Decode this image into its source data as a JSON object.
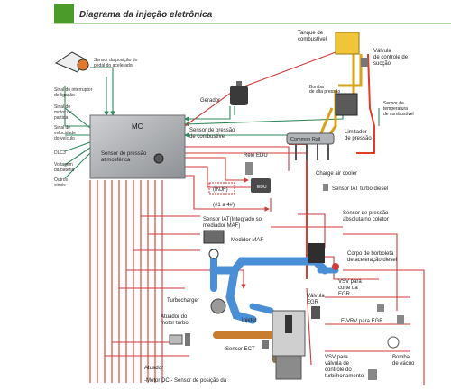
{
  "header": {
    "title": "Diagrama da injeção eletrônica"
  },
  "ecu": {
    "label": "MC",
    "atm_sensor": [
      "Sensor de pressão",
      "atimosférica"
    ]
  },
  "left_inputs": [
    [
      "Sinal do interruptor",
      "de ligação"
    ],
    [
      "Sinal do",
      "motor de",
      "partida"
    ],
    [
      "Sinal de",
      "velocidade",
      "do veículo"
    ],
    [
      "DLC3"
    ],
    [
      "Voltagem",
      "da bateria"
    ],
    [
      "Outros",
      "sinais"
    ]
  ],
  "pedal_sensor": [
    "Sensor da posição do",
    "pedal do acelerador"
  ],
  "generator": "Gerador",
  "tank": [
    "Tanque de",
    "combustível"
  ],
  "suction_valve": [
    "Válvula",
    "de controle de",
    "sucção"
  ],
  "supply_pump": [
    "Bomba",
    "de alta pressão"
  ],
  "fuel_temp_sensor": [
    "Sensor de",
    "temperatura",
    "de combustível"
  ],
  "fuel_pressure_sensor": [
    "Sensor de pressão",
    "de combustível"
  ],
  "common_rail": "Common Rail",
  "pressure_limiter": [
    "Limitador",
    "de pressão"
  ],
  "edu_relay": "Relé EDU",
  "edu": "EDU",
  "injf": "(INJF)",
  "injf_count": "(#1 a 4#)",
  "charge_air_cooler": "Charge air cooler",
  "iat_turbo_sensor": "Sensor IAT turbo diesel",
  "iat_maf_sensor": [
    "Sensor IAT(Integrado so",
    "mediador MAF)"
  ],
  "maf_meter": "Medidor MAF",
  "map_sensor": [
    "Sensor de pressão",
    "absoluta no coletor"
  ],
  "throttle_body": [
    "Corpo de borboleta",
    "de aceleração diesel"
  ],
  "turbocharger": "Turbocharger",
  "turbo_actuator": [
    "Atuador do",
    "motor turbo"
  ],
  "egr_valve": [
    "Válvula",
    "EGR"
  ],
  "vsv_egr_cut": [
    "VSV para",
    "corte da",
    "EGR"
  ],
  "injector": "Injetor",
  "evrv_egr": "E-VRV para EGR",
  "ect_sensor": "Sensor ECT",
  "vsv_turbo": [
    "VSV para",
    "válvula de",
    "controle do",
    "turbilhonamento"
  ],
  "vacuum_pump": [
    "Bomba",
    "de vácuo"
  ],
  "actuator_label": "Atuador",
  "dc_motor": "-Motor DC - Sensor de posição da",
  "colors": {
    "signal": "#d23a3a",
    "wire": "#2f8a5a",
    "fuel": "#d9a21b",
    "fuel_return": "#e23b2a",
    "air": "#4a8fd6",
    "exhaust": "#c97b2e",
    "ecu_fill": "#a7a9ad",
    "header_bar": "#4b9b2a"
  }
}
